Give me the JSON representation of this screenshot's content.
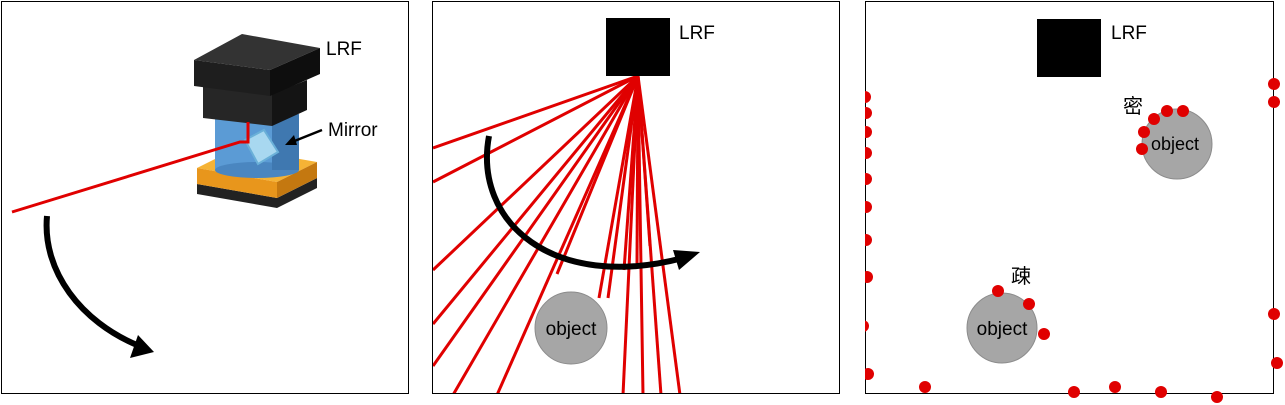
{
  "panel1": {
    "lrf_label": "LRF",
    "mirror_label": "Mirror"
  },
  "panel2": {
    "lrf_label": "LRF",
    "object_label": "object"
  },
  "panel3": {
    "lrf_label": "LRF",
    "object_top_label": "object",
    "object_bottom_label": "object",
    "dense_label": "密",
    "sparse_label": "疎"
  },
  "colors": {
    "laser": "#e00000",
    "points": "#e00000",
    "object_fill": "#a6a6a6",
    "lrf_box": "#000000",
    "housing_top": "#2b2b2b",
    "cylinder": "#5b9bd5",
    "base": "#f0a020"
  }
}
